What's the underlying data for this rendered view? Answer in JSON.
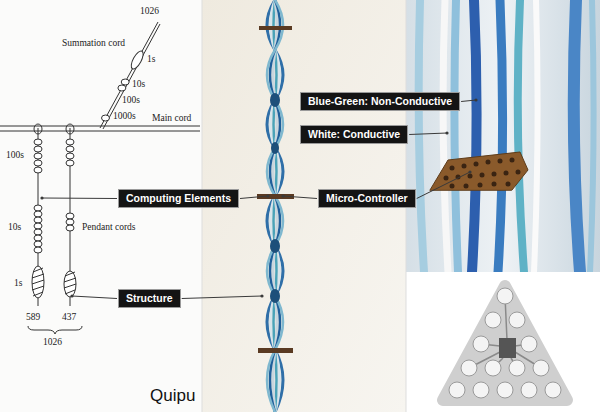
{
  "diagram": {
    "nodes": [
      {
        "text": [
          "Blue-Green: Non-Conductive"
        ]
      },
      {
        "text": [
          "White: Conductive"
        ]
      },
      {
        "text": [
          "Computing Elements"
        ]
      },
      {
        "text": [
          "Micro-Controller"
        ]
      },
      {
        "text": [
          "Structure"
        ]
      }
    ],
    "labels": [
      "1026",
      "Summation cord",
      "1s",
      "10s",
      "100s",
      "1000s",
      "Main cord",
      "100s",
      "Pendant cords",
      "10s",
      "1s",
      "589",
      "437",
      "1026",
      "Quipu"
    ]
  }
}
